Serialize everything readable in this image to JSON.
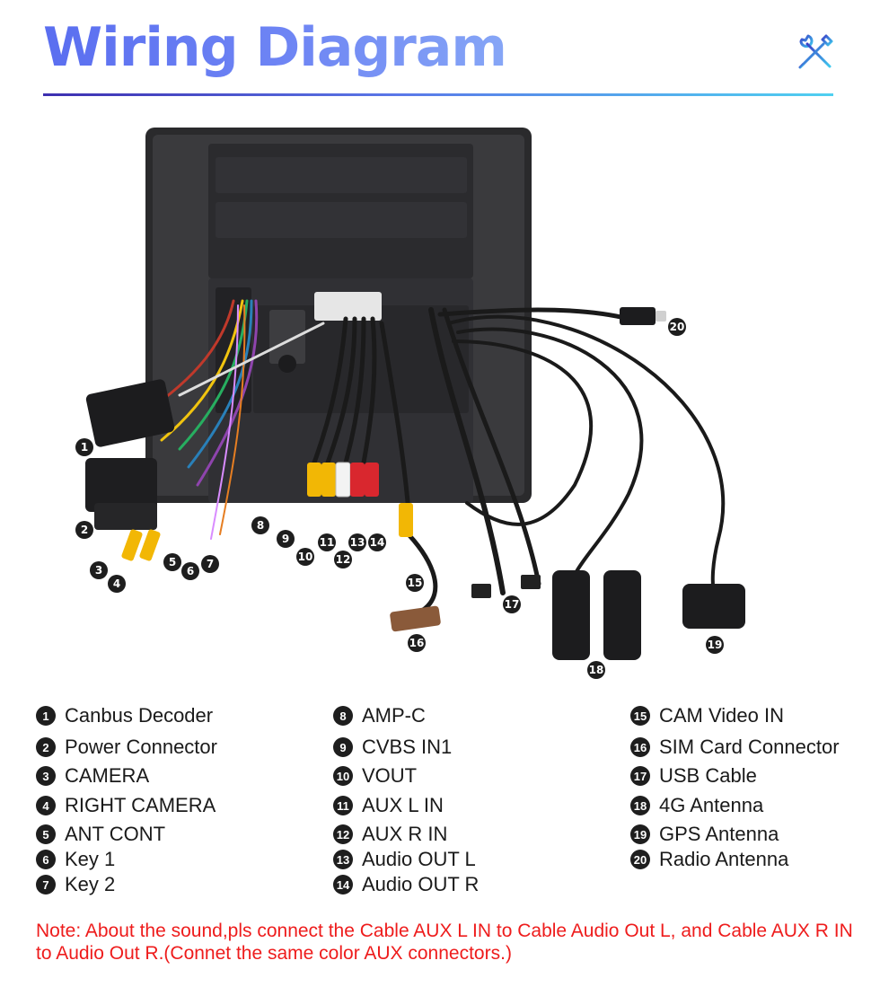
{
  "header": {
    "title": "Wiring Diagram",
    "icon": "tools-icon",
    "accent_color": "#6f86f4"
  },
  "legend": {
    "items": [
      {
        "num": "1",
        "label": "Canbus Decoder"
      },
      {
        "num": "2",
        "label": "Power Connector"
      },
      {
        "num": "3",
        "label": "CAMERA"
      },
      {
        "num": "4",
        "label": "RIGHT CAMERA"
      },
      {
        "num": "5",
        "label": "ANT CONT"
      },
      {
        "num": "6",
        "label": "Key 1"
      },
      {
        "num": "7",
        "label": "Key 2"
      },
      {
        "num": "8",
        "label": "AMP-C"
      },
      {
        "num": "9",
        "label": "CVBS IN1"
      },
      {
        "num": "10",
        "label": "VOUT"
      },
      {
        "num": "11",
        "label": "AUX L IN"
      },
      {
        "num": "12",
        "label": "AUX R IN"
      },
      {
        "num": "13",
        "label": "Audio OUT L"
      },
      {
        "num": "14",
        "label": "Audio OUT R"
      },
      {
        "num": "15",
        "label": "CAM Video IN"
      },
      {
        "num": "16",
        "label": "SIM Card Connector"
      },
      {
        "num": "17",
        "label": "USB Cable"
      },
      {
        "num": "18",
        "label": "4G Antenna"
      },
      {
        "num": "19",
        "label": "GPS Antenna"
      },
      {
        "num": "20",
        "label": "Radio Antenna"
      }
    ]
  },
  "note": {
    "text": "Note: About the sound,pls connect the Cable AUX L IN to Cable Audio Out L, and Cable AUX R IN to  Audio Out R.(Connet the same color AUX connectors.)",
    "color": "#ee1c1c"
  }
}
